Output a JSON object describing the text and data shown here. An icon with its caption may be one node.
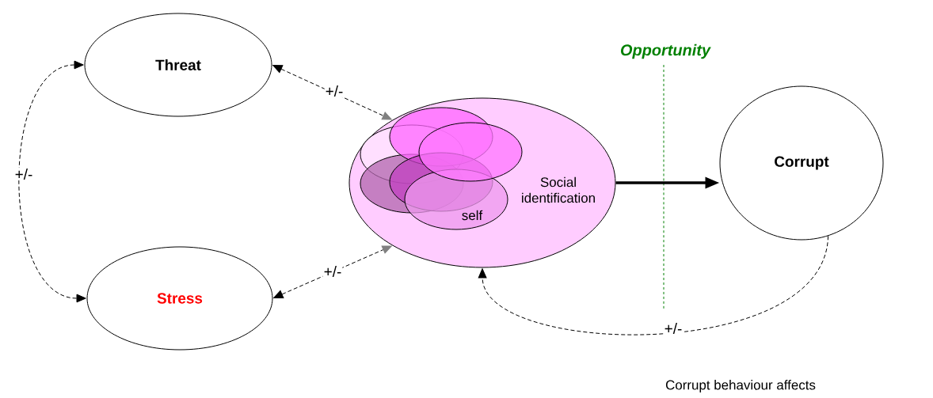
{
  "diagram": {
    "nodes": [
      {
        "text": [
          "Threat"
        ]
      },
      {
        "text": [
          "Stress"
        ]
      },
      {
        "text": [
          "Social identification"
        ]
      },
      {
        "text": [],
        "shape": "ellipse",
        "in": 2
      },
      {
        "text": [],
        "shape": "ellipse",
        "in": 2
      },
      {
        "text": [],
        "shape": "ellipse",
        "in": 2
      },
      {
        "text": [],
        "shape": "ellipse",
        "in": 2
      },
      {
        "text": [
          "self"
        ],
        "in": 2
      },
      {
        "text": [],
        "shape": "ellipse",
        "in": 2
      },
      {
        "text": [
          "Corrupt"
        ]
      }
    ],
    "edges": [
      {
        "from": 0,
        "to": 1,
        "arrow": "both",
        "label": "+/-",
        "style": "dashed"
      },
      {
        "from": 0,
        "to": 2,
        "arrow": "both",
        "label": "+/-",
        "style": "dashed"
      },
      {
        "from": 1,
        "to": 2,
        "arrow": "both",
        "label": "+/-",
        "style": "dashed"
      },
      {
        "from": 2,
        "to": 9,
        "arrow": "to",
        "style": "thick"
      },
      {
        "from": 9,
        "to": 2,
        "arrow": "to",
        "label": "+/-",
        "style": "dashed"
      }
    ],
    "labels": [
      "Opportunity",
      "Corrupt behaviour affects"
    ]
  }
}
